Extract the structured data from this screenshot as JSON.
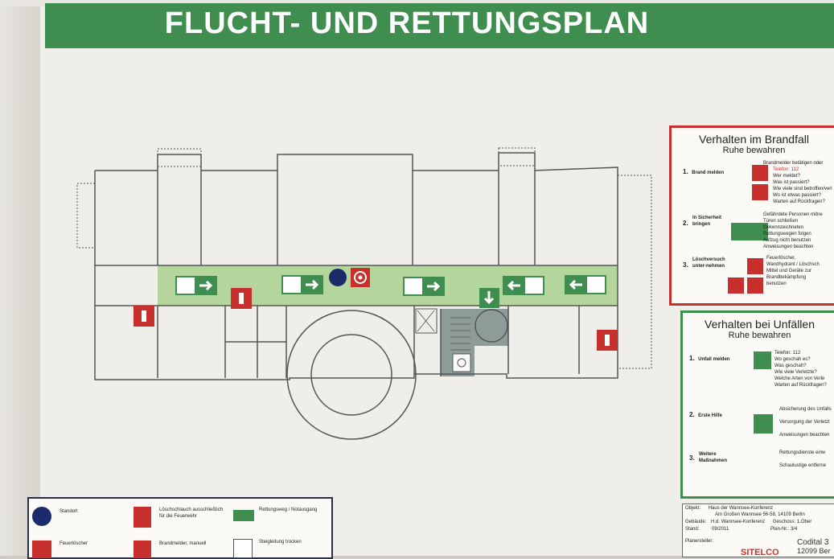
{
  "title": "FLUCHT- UND RETTUNGSPLAN",
  "brandfall": {
    "heading": "Verhalten im Brandfall",
    "subheading": "Ruhe bewahren",
    "steps": [
      {
        "num": "1.",
        "label": "Brand melden",
        "lines": [
          "Brandmelder betätigen oder",
          "Telefon: 112",
          "Wer meldet?",
          "Was ist passiert?",
          "Wie viele sind betroffen/verl",
          "Wo ist etwas passiert?",
          "Warten auf Rückfragen?"
        ]
      },
      {
        "num": "2.",
        "label": "In Sicherheit bringen",
        "lines": [
          "Gefährdete Personen mitne",
          "Türen schließen",
          "Gekennzeichneten",
          "Rettungswegen folgen",
          "Aufzug nicht benutzen",
          "Anweisungen beachten"
        ]
      },
      {
        "num": "3.",
        "label": "Löschversuch unter-nehmen",
        "lines": [
          "Feuerlöscher,",
          "Wandhydrant / Löschsch",
          "Mittel und Geräte zur",
          "Brandbekämpfung",
          "benutzen"
        ]
      }
    ]
  },
  "unfall": {
    "heading": "Verhalten bei Unfällen",
    "subheading": "Ruhe bewahren",
    "steps": [
      {
        "num": "1.",
        "label": "Unfall melden",
        "lines": [
          "Telefon: 112",
          "Wo geschah es?",
          "Was geschah?",
          "Wie viele Verletzte?",
          "Welche Arten von Verle",
          "Warten auf Rückfragen?"
        ]
      },
      {
        "num": "2.",
        "label": "Erste Hilfe",
        "lines": [
          "Absicherung des Unfalls",
          "Versorgung der Verletzt",
          "Anweisungen beachten"
        ]
      },
      {
        "num": "3.",
        "label": "Weitere Maßnahmen",
        "lines": [
          "Rettungsdienste einw",
          "Schaulustige entferne"
        ]
      }
    ]
  },
  "legend": {
    "items": [
      {
        "label": "Standort",
        "icon": "standort-dot"
      },
      {
        "label": "Löschschlauch ausschließlich für die Feuerwehr",
        "icon": "fire-hose-icon"
      },
      {
        "label": "Rettungsweg / Notausgang",
        "icon": "exit-sign-icon"
      },
      {
        "label": "Feuerlöscher",
        "icon": "fire-extinguisher-icon"
      },
      {
        "label": "Brandmelder, manuell",
        "icon": "fire-alarm-icon"
      },
      {
        "label": "Steigleitung trocken",
        "icon": "dry-riser-icon"
      }
    ]
  },
  "info": {
    "rows": [
      {
        "k": "Objekt:",
        "v": "Haus der Wannsee-Konferenz",
        "v2": ""
      },
      {
        "k": "",
        "v": "Am Großen Wannsee 56-58, 14109 Berlin",
        "v2": ""
      },
      {
        "k": "Gebäude:",
        "v": "H.d. Wannsee-Konferenz",
        "v2": "Geschoss: 1.Ober"
      },
      {
        "k": "Stand:",
        "v": "09/2011",
        "v2": "Plan-Nr.: 3/4"
      },
      {
        "k": "Planersteller:",
        "v": "",
        "v2": ""
      }
    ],
    "maker": "SITELCO",
    "maker2": "Codital 3",
    "maker3": "12099 Ber"
  },
  "colors": {
    "green": "#3f8d4f",
    "red": "#c8302e",
    "corridor": "#a9cf8f"
  }
}
